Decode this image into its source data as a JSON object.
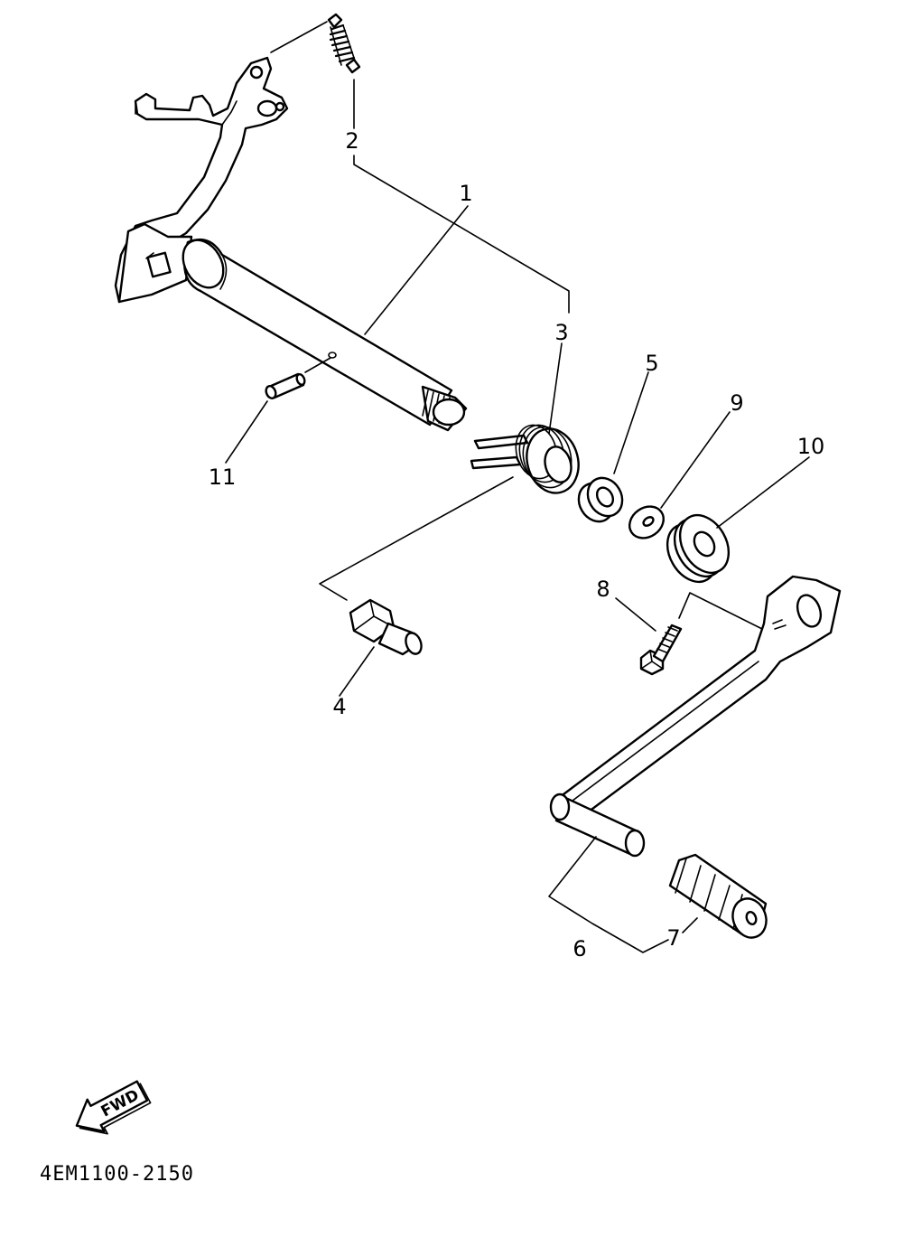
{
  "diagram": {
    "callouts": [
      {
        "id": "1",
        "label": "1"
      },
      {
        "id": "2",
        "label": "2"
      },
      {
        "id": "3",
        "label": "3"
      },
      {
        "id": "4",
        "label": "4"
      },
      {
        "id": "5",
        "label": "5"
      },
      {
        "id": "6",
        "label": "6"
      },
      {
        "id": "7",
        "label": "7"
      },
      {
        "id": "8",
        "label": "8"
      },
      {
        "id": "9",
        "label": "9"
      },
      {
        "id": "10",
        "label": "10"
      },
      {
        "id": "11",
        "label": "11"
      }
    ],
    "fwd_label": "FWD",
    "doc_number": "4EM1100-2150"
  }
}
